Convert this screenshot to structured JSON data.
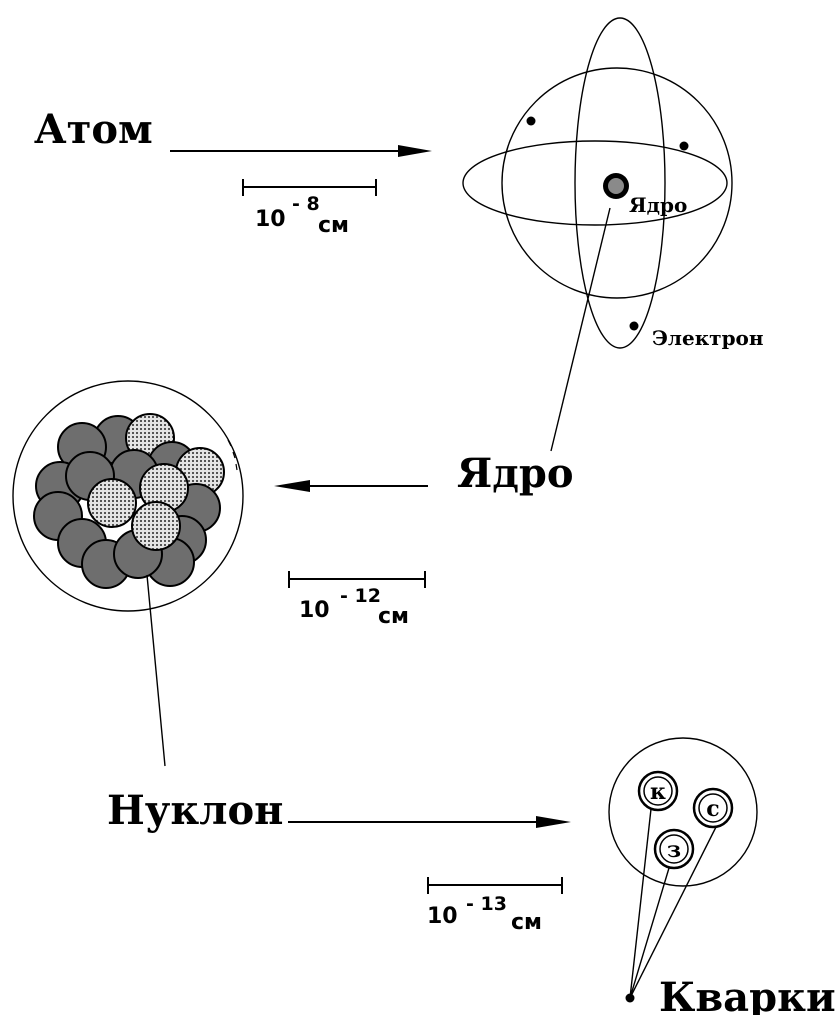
{
  "labels": {
    "atom": "Атом",
    "nucleus_small": "Ядро",
    "electron": "Электрон",
    "nucleus": "Ядро",
    "nucleon": "Нуклон",
    "quarks": "Кварки"
  },
  "scales": {
    "atom": {
      "base": "10",
      "exponent": "- 8",
      "unit": "см"
    },
    "nucleus": {
      "base": "10",
      "exponent": "- 12",
      "unit": "см"
    },
    "nucleon": {
      "base": "10",
      "exponent": "- 13",
      "unit": "см"
    }
  },
  "quarks": [
    "к",
    "с",
    "з"
  ],
  "colors": {
    "ink": "#000000",
    "background": "#ffffff",
    "neutron": "#6e6e6e",
    "proton": "#c8c8c8",
    "nucleus_core": "#808080"
  }
}
